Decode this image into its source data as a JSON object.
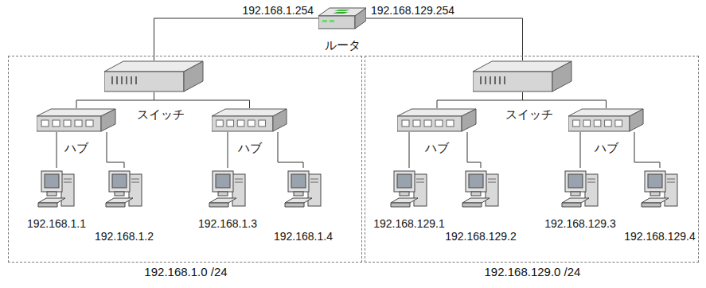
{
  "diagram": {
    "nodes": [
      {
        "text": [
          "ルータ"
        ]
      },
      {
        "text": [
          "192.168.1.0 /24"
        ]
      },
      {
        "text": [
          "スイッチ"
        ],
        "in": 1
      },
      {
        "text": [
          "ハブ"
        ],
        "in": 1
      },
      {
        "text": [
          "ハブ"
        ],
        "in": 1
      },
      {
        "text": [
          "192.168.1.1"
        ],
        "in": 1
      },
      {
        "text": [
          "192.168.1.2"
        ],
        "in": 1
      },
      {
        "text": [
          "192.168.1.3"
        ],
        "in": 1
      },
      {
        "text": [
          "192.168.1.4"
        ],
        "in": 1
      },
      {
        "text": [
          "192.168.129.0 /24"
        ]
      },
      {
        "text": [
          "スイッチ"
        ],
        "in": 9
      },
      {
        "text": [
          "ハブ"
        ],
        "in": 9
      },
      {
        "text": [
          "ハブ"
        ],
        "in": 9
      },
      {
        "text": [
          "192.168.129.1"
        ],
        "in": 9
      },
      {
        "text": [
          "192.168.129.2"
        ],
        "in": 9
      },
      {
        "text": [
          "192.168.129.3"
        ],
        "in": 9
      },
      {
        "text": [
          "192.168.129.4"
        ],
        "in": 9
      }
    ],
    "edges": [
      {
        "from": 0,
        "to": 2,
        "arrow": "none",
        "label": "192.168.1.254"
      },
      {
        "from": 0,
        "to": 10,
        "arrow": "none",
        "label": "192.168.129.254"
      },
      {
        "from": 2,
        "to": 3,
        "arrow": "none"
      },
      {
        "from": 2,
        "to": 4,
        "arrow": "none"
      },
      {
        "from": 3,
        "to": 5,
        "arrow": "none"
      },
      {
        "from": 3,
        "to": 6,
        "arrow": "none"
      },
      {
        "from": 4,
        "to": 7,
        "arrow": "none"
      },
      {
        "from": 4,
        "to": 8,
        "arrow": "none"
      },
      {
        "from": 10,
        "to": 11,
        "arrow": "none"
      },
      {
        "from": 10,
        "to": 12,
        "arrow": "none"
      },
      {
        "from": 11,
        "to": 13,
        "arrow": "none"
      },
      {
        "from": 11,
        "to": 14,
        "arrow": "none"
      },
      {
        "from": 12,
        "to": 15,
        "arrow": "none"
      },
      {
        "from": 12,
        "to": 16,
        "arrow": "none"
      }
    ]
  }
}
